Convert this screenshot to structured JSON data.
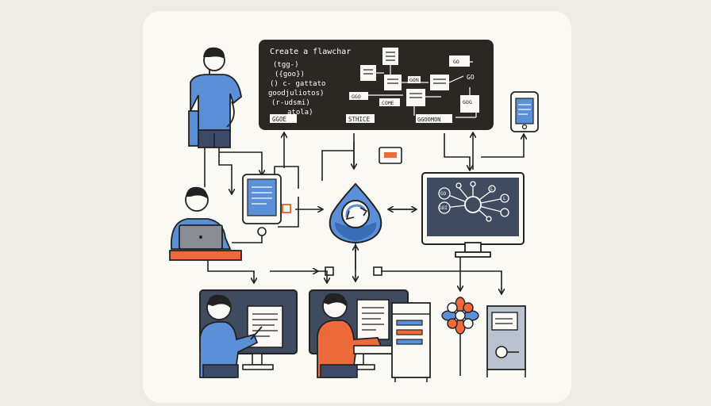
{
  "board": {
    "title": "Create a flawchar",
    "code_lines": [
      "(tgg-)",
      "({goo})",
      "() c- gattato",
      "goodjuliotos)",
      "(r-udsmi)",
      "atola)"
    ],
    "footer_left": "GGOE",
    "footer_mid": "STHICE",
    "footer_right": "GGOOMON"
  },
  "flow_labels": [
    "GGO",
    "GOG",
    "GON",
    "GO",
    "COME"
  ],
  "network_labels": [
    "GO",
    "GO",
    "GOI",
    "L",
    "L"
  ],
  "colors": {
    "background": "#efece6",
    "canvas": "#fbf9f4",
    "dark": "#2b2723",
    "blue": "#5b8fd8",
    "orange": "#ee6a3a",
    "line": "#222222"
  }
}
